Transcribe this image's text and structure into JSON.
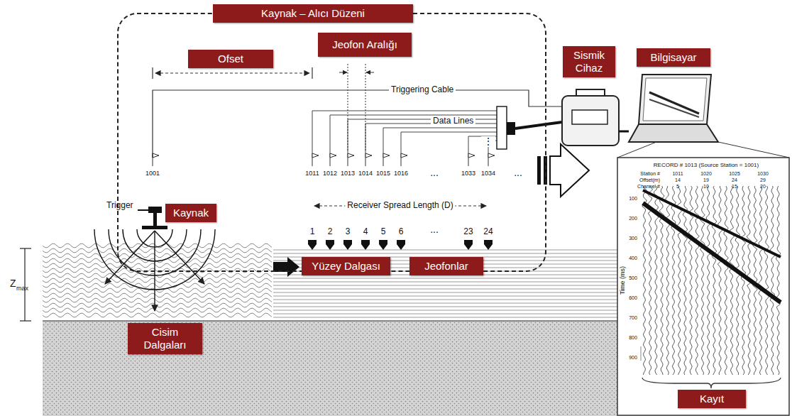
{
  "diagram": {
    "nodes": [
      {
        "text": [
          "Kaynak – Alıcı Düzeni"
        ]
      },
      {
        "text": [
          "Ofset"
        ],
        "in": 0
      },
      {
        "text": [
          "Jeofon Aralığı"
        ],
        "in": 0
      },
      {
        "text": [
          "Kaynak"
        ],
        "in": 0
      },
      {
        "text": [
          "Yüzey Dalgası"
        ],
        "in": 0
      },
      {
        "text": [
          "Jeofonlar"
        ],
        "in": 0
      },
      {
        "text": [
          "Sismik Cihaz"
        ]
      },
      {
        "text": [
          "Bilgisayar"
        ]
      },
      {
        "text": [
          "Cisim Dalgaları"
        ]
      },
      {
        "text": [
          "Kayıt"
        ]
      }
    ],
    "labels": [
      "Triggering Cable",
      "Data Lines",
      "Receiver Spread Length (D)",
      "Trigger",
      "1001",
      "1011",
      "1012",
      "1013",
      "1014",
      "1015",
      "1016",
      "1033",
      "1034",
      "1",
      "2",
      "3",
      "4",
      "5",
      "6",
      "23",
      "24",
      "...",
      "...",
      "...",
      "⋮",
      "Z",
      "max",
      "RECORD # 1013 (Source Station = 1001)",
      "Station #",
      "1011",
      "1020",
      "1025",
      "1030",
      "Offset(m)",
      "14",
      "19",
      "24",
      "29",
      "Channel #",
      "5",
      "10",
      "15",
      "20",
      "Time (ms)",
      "100",
      "200",
      "300",
      "400",
      "500",
      "600",
      "700",
      "800",
      "900"
    ]
  }
}
